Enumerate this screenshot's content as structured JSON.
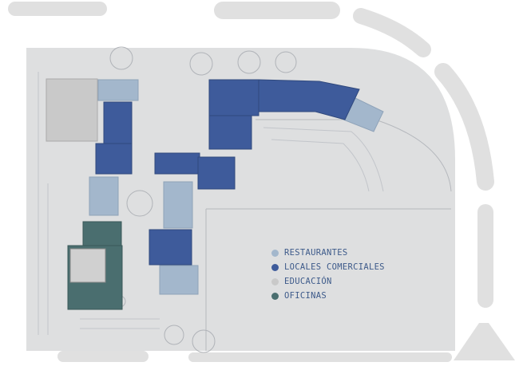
{
  "legend": [
    {
      "label": "RESTAURANTES",
      "color": "#a3b7cc"
    },
    {
      "label": "LOCALES COMERCIALES",
      "color": "#3e5b9b"
    },
    {
      "label": "EDUCACIÓN",
      "color": "#c9c9c9"
    },
    {
      "label": "OFICINAS",
      "color": "#4a6e6f"
    }
  ],
  "colors": {
    "site": "#dedfe0",
    "road": "#e0e0e0",
    "lines": "#b5b8bd"
  }
}
